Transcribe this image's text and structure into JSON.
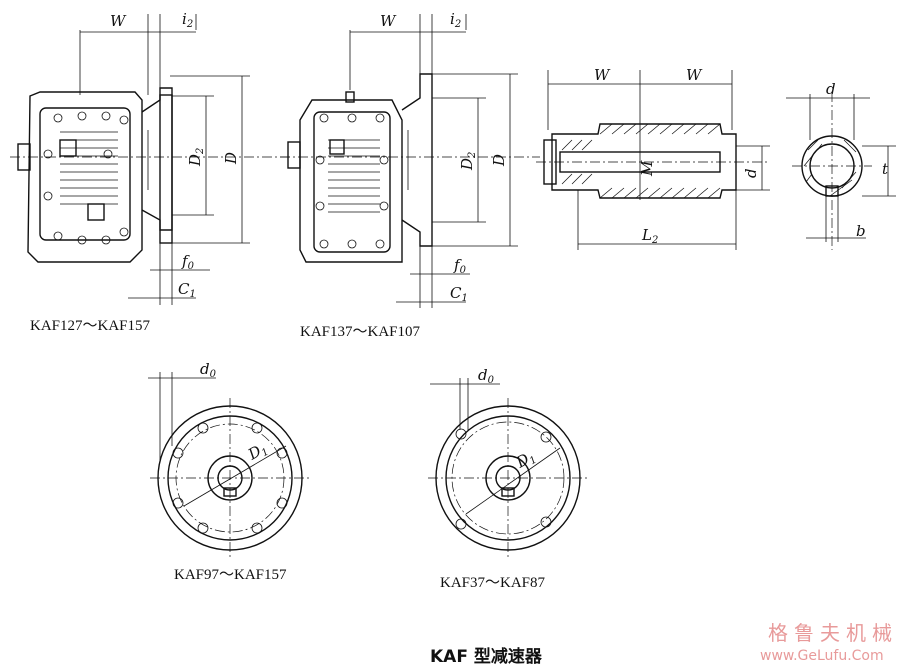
{
  "figure_title": "KAF 型减速器",
  "captions": {
    "view1": "KAF127～KAF157",
    "view2": "KAF137～KAF107",
    "flange_a": "KAF97～KAF157",
    "flange_b": "KAF37～KAF87"
  },
  "dimension_labels": {
    "W": "W",
    "i2": "i",
    "i2_sub": "2",
    "D": "D",
    "D2": "D",
    "D2_sub": "2",
    "f0": "f",
    "f0_sub": "0",
    "C1": "C",
    "C1_sub": "1",
    "L2": "L",
    "L2_sub": "2",
    "M": "M",
    "d": "d",
    "t": "t",
    "b": "b",
    "d0": "d",
    "d0_sub": "0",
    "D1": "D",
    "D1_sub": "1"
  },
  "watermark": {
    "name": "格鲁夫机械",
    "url": "www.GeLufu.Com"
  }
}
